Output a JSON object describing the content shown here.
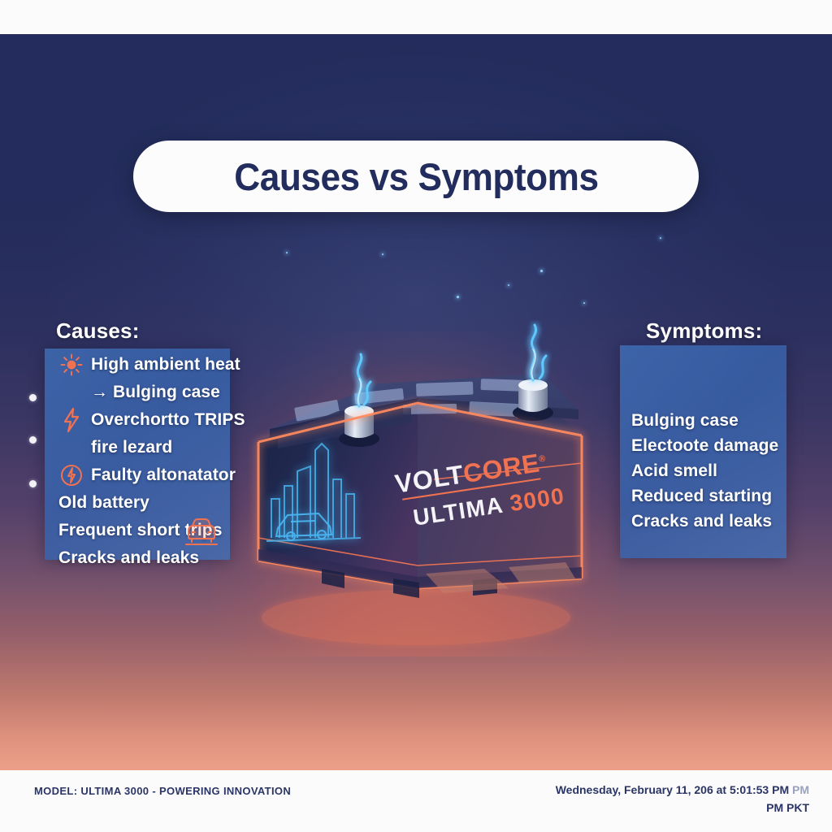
{
  "poster": {
    "title": "Causes vs Symptoms",
    "accent_orange": "#f07250",
    "panel_blue": "#3e68af",
    "bg_navy": "#232c5c",
    "bg_salmon": "#eca08a",
    "title_color": "#222d5e"
  },
  "causes": {
    "heading": "Causes:",
    "items": [
      {
        "icon": "sun-icon",
        "text": "High ambient heat"
      },
      {
        "icon": "arrow-right-icon",
        "text": "→ Bulging case"
      },
      {
        "icon": "lightning-bolt-icon",
        "text": "Overchortto TRIPS"
      },
      {
        "icon": "none",
        "text": "fire lezard"
      },
      {
        "icon": "alternator-icon",
        "text": "Faulty altonatator"
      },
      {
        "icon": "none",
        "text": "Old battery"
      },
      {
        "icon": "none",
        "text": "Frequent short trips"
      },
      {
        "icon": "none",
        "text": "Cracks and leaks"
      }
    ],
    "badge_icon": "car-front-icon",
    "bullets": 3
  },
  "symptoms": {
    "heading": "Symptoms:",
    "items": [
      "Bulging case",
      "Electoote damage",
      "Acid smell",
      "Reduced starting",
      "Cracks and leaks"
    ]
  },
  "battery": {
    "brand_part1": "VOLT",
    "brand_part2": "CORE",
    "registered_mark": "®",
    "model_part1": "ULTIMA",
    "model_part2": "3000",
    "side_art": "city-skyline-car-icon",
    "terminals": 2,
    "glow_color": "#ff7a52"
  },
  "footer": {
    "left": "MODEL: ULTIMA 3000 - POWERING INNOVATION",
    "right_line1": "Wednesday, February 11, 206 at 5:01:53 PM",
    "right_line1_suffix": "PM",
    "right_line2": "PM PKT"
  }
}
